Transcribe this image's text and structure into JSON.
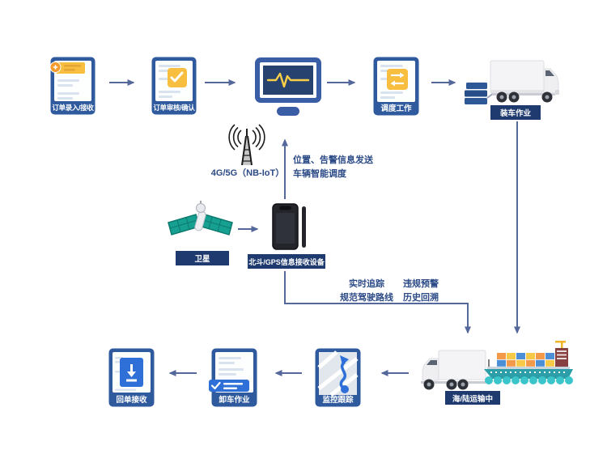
{
  "colors": {
    "icon_blue": "#2F5B9E",
    "badge_navy": "#1E3A6E",
    "arrow_blue": "#54689B",
    "accent_yellow": "#F7BE3F",
    "accent_orange": "#F59B2B",
    "accent_blue": "#2E6FD8",
    "teal": "#2B9EA8",
    "text_navy": "#2B4A86"
  },
  "nodes": {
    "order_entry": {
      "label": "订单录入/接收"
    },
    "order_review": {
      "label": "订单审核/确认"
    },
    "dispatch": {
      "label": "调度工作"
    },
    "loading": {
      "label": "装车作业"
    },
    "antenna": {
      "label": "4G/5G（NB-IoT）"
    },
    "satellite": {
      "label": "卫星"
    },
    "gps_device": {
      "label": "北斗/GPS信息接收设备"
    },
    "transit": {
      "label": "海/陆运输中"
    },
    "monitoring": {
      "label": "监控跟踪"
    },
    "unloading": {
      "label": "卸车作业"
    },
    "receipt": {
      "label": "回单接收"
    }
  },
  "annotations": {
    "uplink": {
      "line1": "位置、告警信息发送",
      "line2": "车辆智能调度"
    },
    "tracking": {
      "col1_line1": "实时追踪",
      "col1_line2": "规范驾驶路线",
      "col2_line1": "违规预警",
      "col2_line2": "历史回溯"
    }
  }
}
